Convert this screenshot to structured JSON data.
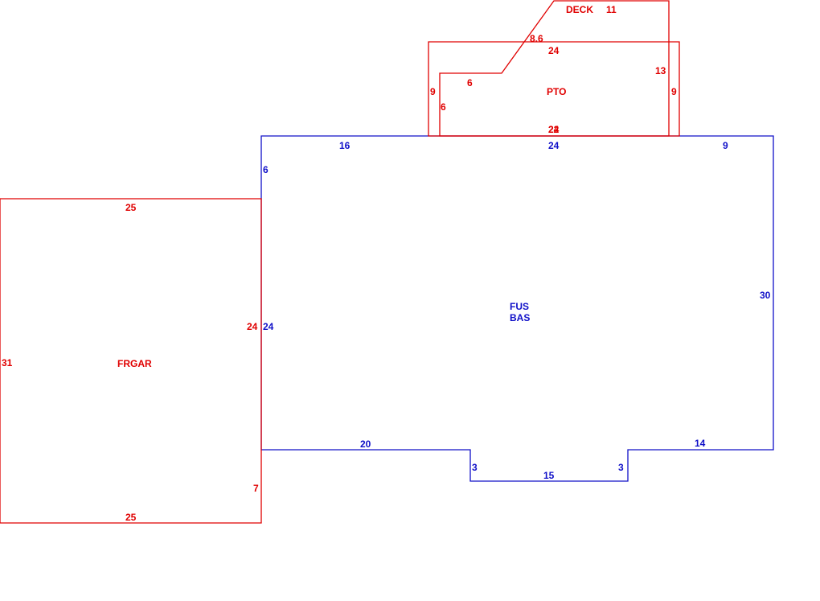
{
  "colors": {
    "red": "#e00000",
    "blue": "#1010c8",
    "background": "#ffffff"
  },
  "areas": {
    "bas": {
      "name_line1": "FUS",
      "name_line2": "BAS"
    },
    "garage": {
      "name": "FRGAR"
    },
    "patio": {
      "name": "PTO"
    },
    "deck": {
      "name": "DECK"
    }
  },
  "dimensions": {
    "bas": {
      "top_left": "16",
      "top_mid": "24",
      "top_right": "9",
      "left_upper": "6",
      "left_main": "24",
      "right": "30",
      "bottom_left": "20",
      "notch_left": "3",
      "notch_bottom": "15",
      "notch_right": "3",
      "bottom_right": "14"
    },
    "garage": {
      "top": "25",
      "bottom": "25",
      "left": "31",
      "right": "24",
      "right_lower": "7"
    },
    "patio": {
      "top": "24",
      "left": "9",
      "right": "9",
      "bottom": "24"
    },
    "deck": {
      "top": "11",
      "diagonal": "8.6",
      "right": "13",
      "step": "6",
      "left": "6",
      "bottom": "22"
    }
  }
}
